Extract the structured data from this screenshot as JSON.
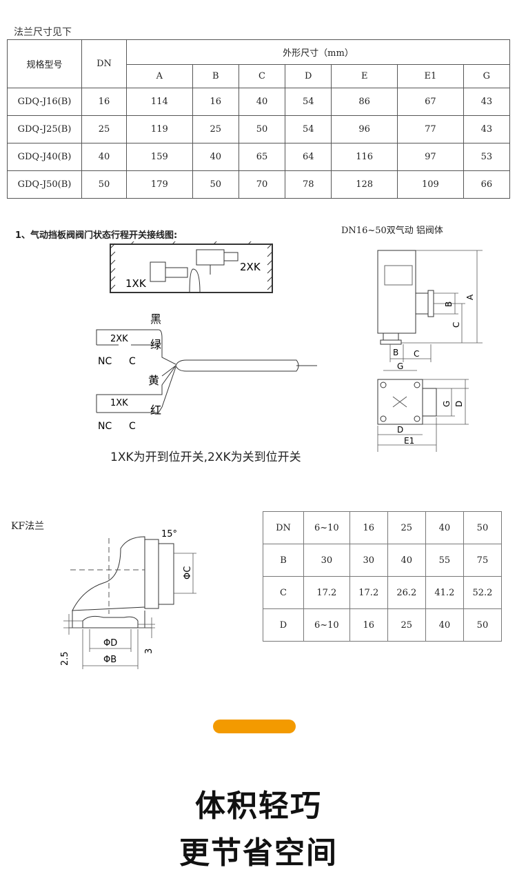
{
  "flange_caption": "法兰尺寸见下",
  "spec_table": {
    "header_model": "规格型号",
    "header_dn": "DN",
    "header_group": "外形尺寸（mm）",
    "columns": [
      "A",
      "B",
      "C",
      "D",
      "E",
      "E1",
      "G"
    ],
    "rows": [
      {
        "model": "GDQ-J16(B)",
        "dn": "16",
        "vals": [
          "114",
          "16",
          "40",
          "54",
          "86",
          "67",
          "43"
        ]
      },
      {
        "model": "GDQ-J25(B)",
        "dn": "25",
        "vals": [
          "119",
          "25",
          "50",
          "54",
          "96",
          "77",
          "43"
        ]
      },
      {
        "model": "GDQ-J40(B)",
        "dn": "40",
        "vals": [
          "159",
          "40",
          "65",
          "64",
          "116",
          "97",
          "53"
        ]
      },
      {
        "model": "GDQ-J50(B)",
        "dn": "50",
        "vals": [
          "179",
          "50",
          "70",
          "78",
          "128",
          "109",
          "66"
        ]
      }
    ]
  },
  "wiring": {
    "title": "1、气动挡板阀阀门状态行程开关接线图:",
    "label_1xk": "1XK",
    "label_2xk": "2XK",
    "wire_black": "黑",
    "wire_green": "绿",
    "wire_yellow": "黄",
    "wire_red": "红",
    "nc": "NC",
    "c": "C",
    "note": "1XK为开到位开关,2XK为关到位开关"
  },
  "valve_body": {
    "title": "DN16~50双气动 铝阀体",
    "dims": [
      "A",
      "B",
      "C",
      "G",
      "D",
      "E1"
    ]
  },
  "kf": {
    "title": "KF法兰",
    "angle": "15°",
    "phi_c": "ΦC",
    "phi_d": "ΦD",
    "phi_b": "ΦB",
    "dim_25": "2.5",
    "dim_3": "3",
    "table": [
      [
        "DN",
        "6~10",
        "16",
        "25",
        "40",
        "50"
      ],
      [
        "B",
        "30",
        "30",
        "40",
        "55",
        "75"
      ],
      [
        "C",
        "17.2",
        "17.2",
        "26.2",
        "41.2",
        "52.2"
      ],
      [
        "D",
        "6~10",
        "16",
        "25",
        "40",
        "50"
      ]
    ]
  },
  "slogan_line1": "体积轻巧",
  "slogan_line2": "更节省空间",
  "accent_color": "#f39a00"
}
